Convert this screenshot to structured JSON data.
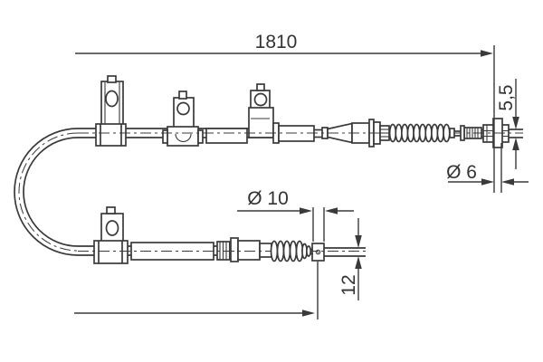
{
  "drawing": {
    "background": "#ffffff",
    "line_color": "#3a3a3a",
    "labels": {
      "total_length": "1810",
      "end_eye_thickness": "5,5",
      "end_pin_diameter": "Ø 6",
      "nipple_diameter": "Ø 10",
      "nipple_length": "12"
    }
  }
}
